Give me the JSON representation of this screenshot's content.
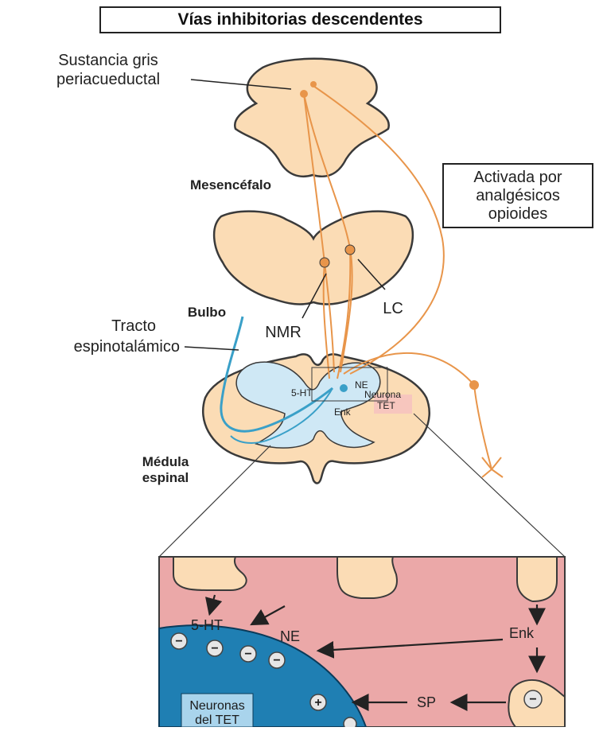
{
  "title": "Vías inhibitorias descendentes",
  "callout": {
    "line1": "Activada por",
    "line2": "analgésicos",
    "line3": "opioides"
  },
  "labels": {
    "pag_line1": "Sustancia gris",
    "pag_line2": "periacueductal",
    "mesencephalon": "Mesencéfalo",
    "medulla": "Bulbo",
    "nmr": "NMR",
    "lc": "LC",
    "tract_line1": "Tracto",
    "tract_line2": "espinotalámico",
    "spinal_line1": "Médula",
    "spinal_line2": "espinal",
    "cord_5ht": "5-HT",
    "cord_ne": "NE",
    "cord_enk": "Enk",
    "cord_neuron_line1": "Neurona",
    "cord_neuron_line2": "TET"
  },
  "inset": {
    "ht5": "5-HT",
    "ne": "NE",
    "enk": "Enk",
    "sp": "SP",
    "neuron_line1": "Neuronas",
    "neuron_line2": "del TET",
    "minus": "−",
    "plus": "+"
  },
  "colors": {
    "tissue": "#fbdcb5",
    "outline": "#3a3a3a",
    "pathway": "#e8954a",
    "gray_matter": "#cfe8f5",
    "tract": "#3aa0c8",
    "inset_bg": "#eba8a8",
    "neuron_blue": "#1f7fb3"
  }
}
